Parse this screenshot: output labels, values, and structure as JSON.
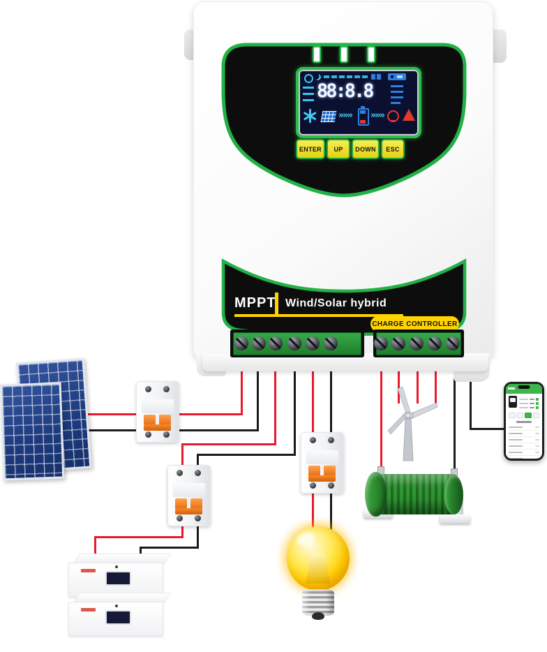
{
  "product": {
    "title_mppt": "MPPT",
    "title_name": "Wind/Solar hybrid",
    "badge": "CHARGE CONTROLLER",
    "lcd_value": "88:8.8",
    "buttons": [
      "ENTER",
      "UP",
      "DOWN",
      "ESC"
    ]
  },
  "colors": {
    "accent_green": "#22b047",
    "button_yellow": "#f0e23a",
    "badge_yellow": "#ffd400",
    "wire_positive": "#e8192c",
    "wire_negative": "#1a1a1a",
    "solar_panel_blue": "#27479c",
    "breaker_lever_orange": "#f07818",
    "dump_load_green": "#2f8f2f",
    "bulb_yellow": "#ffd200",
    "phone_header_green": "#3cb54a",
    "lcd_background": "#0c1030"
  },
  "components": {
    "controller": "MPPT wind/solar hybrid charge controller",
    "solar_array": "two solar panels",
    "breaker_pv": "PV input circuit breaker",
    "breaker_battery": "battery circuit breaker",
    "breaker_load": "load circuit breaker",
    "battery_bank": "two stacked battery modules",
    "load_bulb": "light bulb load",
    "wind_turbine": "wind turbine input",
    "dump_load": "dump load resistor",
    "monitoring_phone": "smartphone monitoring app"
  }
}
